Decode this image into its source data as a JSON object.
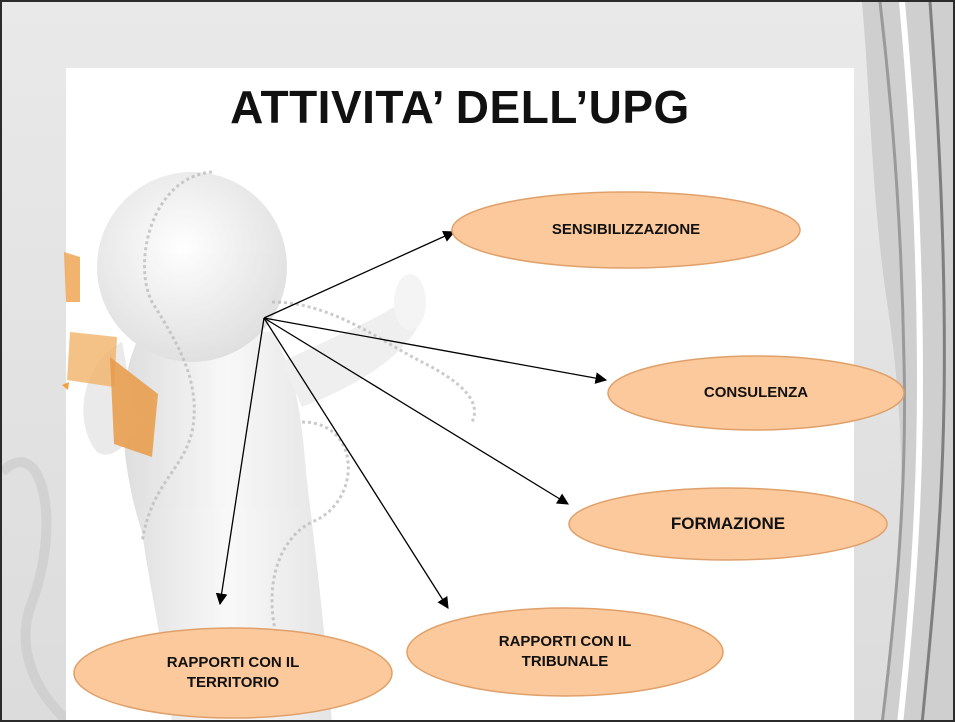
{
  "slide": {
    "title": "ATTIVITA’ DELL’UPG"
  },
  "nodes": [
    {
      "key": "sensibilizzazione",
      "label": "SENSIBILIZZAZIONE"
    },
    {
      "key": "consulenza",
      "label": "CONSULENZA"
    },
    {
      "key": "formazione",
      "label": "FORMAZIONE"
    },
    {
      "key": "tribunale",
      "label": "RAPPORTI CON IL\nTRIBUNALE"
    },
    {
      "key": "territorio",
      "label": "RAPPORTI CON IL\nTERRITORIO"
    }
  ],
  "colors": {
    "node_fill": "#fbc99b",
    "node_stroke": "#e0a06a",
    "phone": "#f0a85a",
    "arrow": "#000000"
  }
}
